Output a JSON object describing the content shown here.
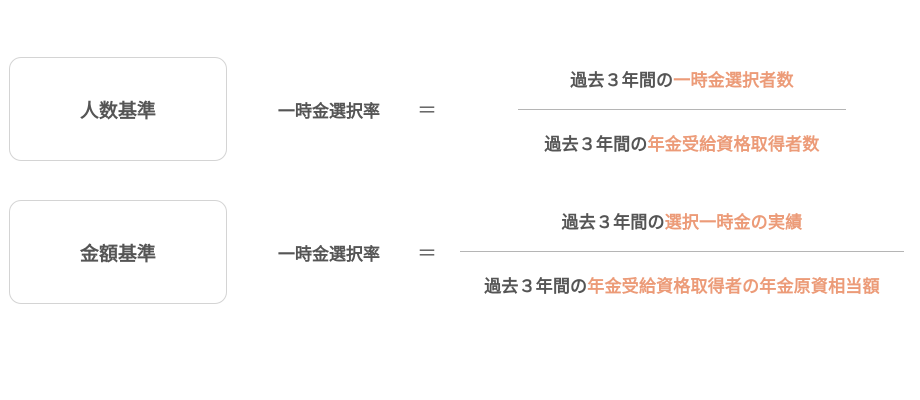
{
  "colors": {
    "text": "#555555",
    "accent": "#ec9b78",
    "border": "#d4d4d4",
    "divider": "#b5b5b5"
  },
  "rows": [
    {
      "label": "人数基準",
      "lhs": "一時金選択率",
      "equals": "＝",
      "numerator": {
        "prefix": "過去３年間の",
        "highlight": "一時金選択者数"
      },
      "denominator": {
        "prefix": "過去３年間の",
        "highlight": "年金受給資格取得者数"
      }
    },
    {
      "label": "金額基準",
      "lhs": "一時金選択率",
      "equals": "＝",
      "numerator": {
        "prefix": "過去３年間の",
        "highlight": "選択一時金の実績"
      },
      "denominator": {
        "prefix": "過去３年間の",
        "highlight": "年金受給資格取得者の年金原資相当額"
      }
    }
  ]
}
